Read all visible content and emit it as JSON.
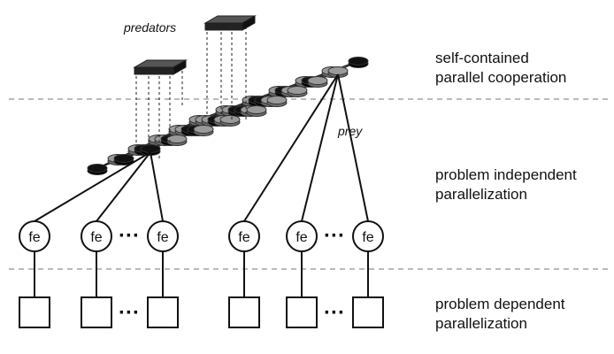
{
  "labels": {
    "predators": "predators",
    "prey": "prey",
    "fe": "fe",
    "dots": "···"
  },
  "levels": [
    {
      "line1": "self-contained",
      "line2": "parallel cooperation"
    },
    {
      "line1": "problem independent",
      "line2": "parallelization"
    },
    {
      "line1": "problem dependent",
      "line2": "parallelization"
    }
  ],
  "colors": {
    "black_node": "#111111",
    "gray_node": "#9a9a9a",
    "predator_box": "#555555",
    "separator": "#bbbbbb",
    "line": "#111111"
  }
}
